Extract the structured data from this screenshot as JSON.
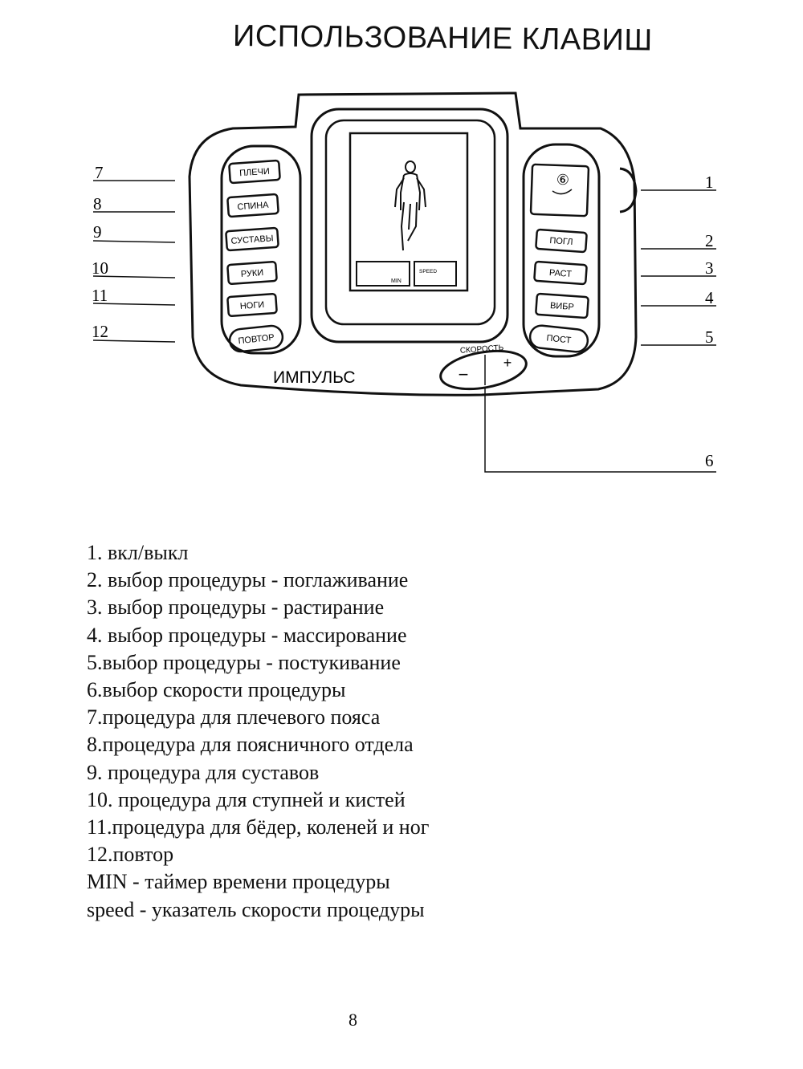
{
  "page": {
    "title": "ИСПОЛЬЗОВАНИЕ КЛАВИШ",
    "page_number": "8"
  },
  "device": {
    "brand": "ИМПУЛЬС",
    "left_buttons": [
      "ПЛЕЧИ",
      "СПИНА",
      "СУСТАВЫ",
      "РУКИ",
      "НОГИ",
      "ПОВТОР"
    ],
    "right_buttons": [
      "ПОГЛ",
      "РАСТ",
      "ВИБР",
      "ПОСТ"
    ],
    "power_symbol": "⑥",
    "speed_label": "СКОРОСТЬ",
    "speed_minus": "−",
    "speed_plus": "+",
    "screen_min": "MIN",
    "screen_speed": "SPEED"
  },
  "callouts": {
    "left": [
      "7",
      "8",
      "9",
      "10",
      "11",
      "12"
    ],
    "right": [
      "1",
      "2",
      "3",
      "4",
      "5"
    ],
    "bottom": "6"
  },
  "descriptions": [
    " 1. вкл/выкл",
    " 2. выбор процедуры - поглаживание",
    " 3. выбор процедуры - растирание",
    " 4. выбор процедуры - массирование",
    " 5.выбор процедуры - постукивание",
    " 6.выбор скорости процедуры",
    " 7.процедура для плечевого пояса",
    " 8.процедура для поясничного отдела",
    " 9. процедура для суставов",
    " 10. процедура для ступней и кистей",
    " 11.процедура для бёдер, коленей и ног",
    " 12.повтор",
    "MIN - таймер времени процедуры",
    "speed - указатель скорости процедуры"
  ]
}
